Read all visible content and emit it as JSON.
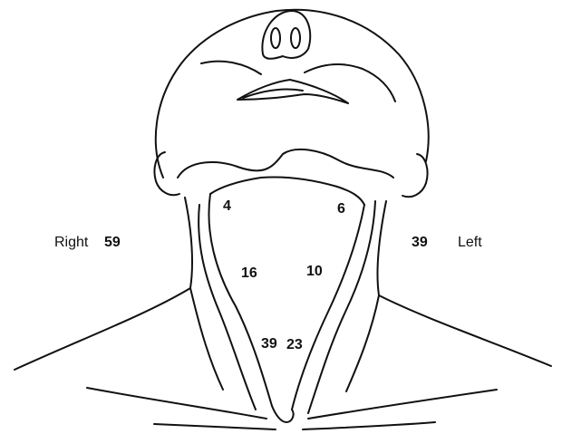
{
  "labels": {
    "right_side": "Right",
    "right_count": "59",
    "left_count": "39",
    "left_side": "Left"
  },
  "regions": {
    "upper_right_submandibular": "4",
    "upper_left_submandibular": "6",
    "mid_right": "16",
    "mid_left": "10",
    "lower_right": "39",
    "lower_left": "23"
  }
}
